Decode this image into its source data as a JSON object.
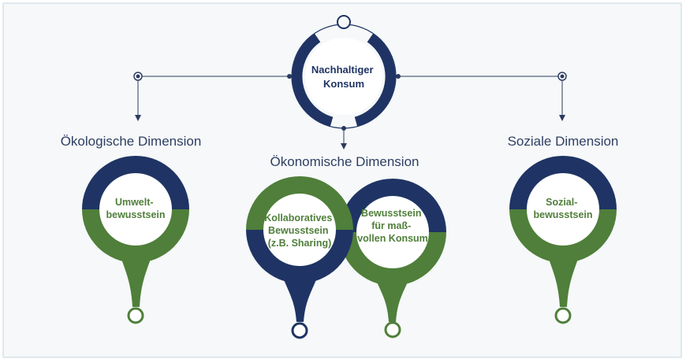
{
  "colors": {
    "navy": "#1f3464",
    "green": "#4f7f3a",
    "heading": "#2f3f63",
    "line": "#2b3b5f"
  },
  "center": {
    "lines": [
      "Nachhaltiger",
      "Konsum"
    ]
  },
  "dimensions": {
    "ecological": {
      "title": "Ökologische Dimension",
      "label_lines": [
        "Umwelt-",
        "bewusstsein"
      ]
    },
    "economic": {
      "title": "Ökonomische Dimension",
      "left_label_lines": [
        "Kollaboratives",
        "Bewusstsein",
        "(z.B. Sharing)"
      ],
      "right_label_lines": [
        "Bewusstsein",
        "für maß-",
        "vollen Konsum"
      ]
    },
    "social": {
      "title": "Soziale Dimension",
      "label_lines": [
        "Sozial-",
        "bewusstsein"
      ]
    }
  }
}
